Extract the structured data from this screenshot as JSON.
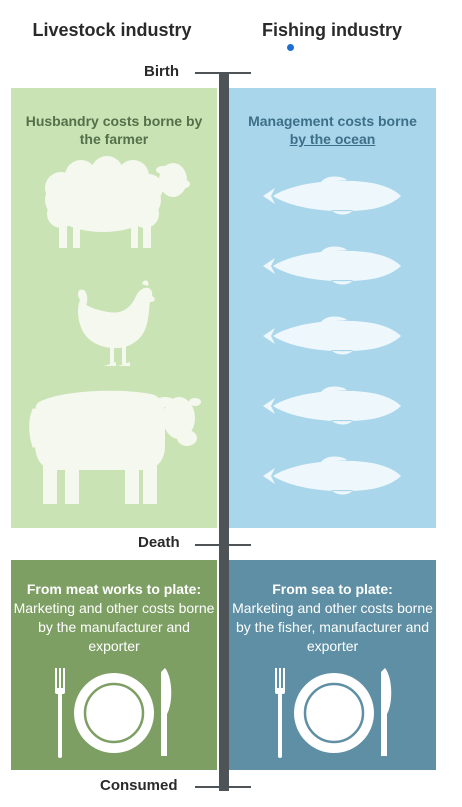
{
  "columns": {
    "left_header": "Livestock industry",
    "right_header": "Fishing industry"
  },
  "timeline": {
    "birth": "Birth",
    "death": "Death",
    "consumed": "Consumed"
  },
  "livestock": {
    "upper_title": "Husbandry costs borne by the farmer",
    "lower_title": "From meat works to plate:",
    "lower_text": "Marketing and other costs borne by the manufacturer and exporter",
    "animals": [
      "sheep-icon",
      "chicken-icon",
      "cow-icon"
    ]
  },
  "fishing": {
    "upper_title_plain": "Management costs borne",
    "upper_title_underlined": "by the ocean",
    "lower_title": "From sea to plate:",
    "lower_text": "Marketing and other costs borne by the fisher, manufacturer and exporter",
    "fish_count": 5
  },
  "colors": {
    "livestock_panel": "#c9e3b4",
    "fishing_panel": "#a9d6ea",
    "livestock_lower": "#7e9f63",
    "fishing_lower": "#5e8fa4",
    "axis": "#4d5356"
  }
}
